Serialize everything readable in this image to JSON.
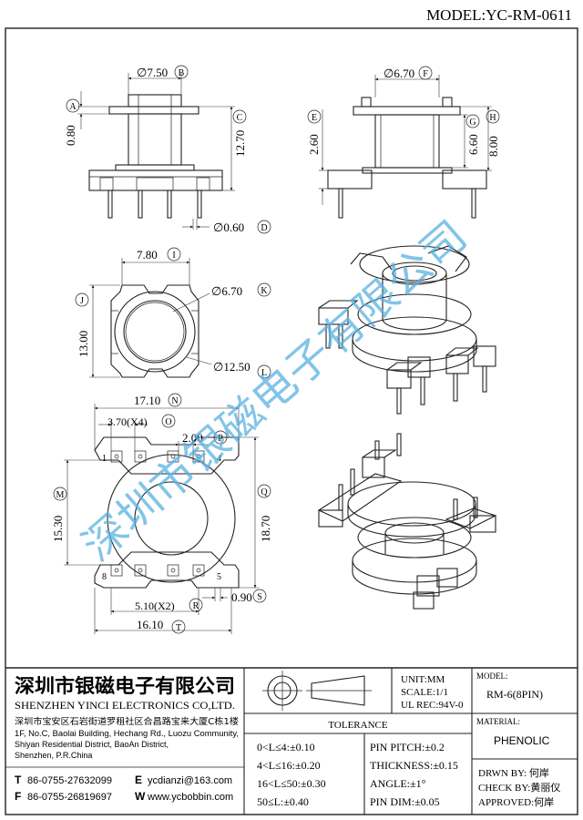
{
  "model_header": "MODEL:YC-RM-0611",
  "dims": {
    "B": {
      "value": "∅7.50",
      "letter": "B"
    },
    "A": {
      "value": "0.80",
      "letter": "A"
    },
    "C": {
      "value": "12.70",
      "letter": "C"
    },
    "D": {
      "value": "∅0.60",
      "letter": "D"
    },
    "F": {
      "value": "∅6.70",
      "letter": "F"
    },
    "E": {
      "value": "2.60",
      "letter": "E"
    },
    "G": {
      "value": "6.60",
      "letter": "G"
    },
    "H": {
      "value": "8.00",
      "letter": "H"
    },
    "I": {
      "value": "7.80",
      "letter": "I"
    },
    "J": {
      "value": "13.00",
      "letter": "J"
    },
    "K": {
      "value": "∅6.70",
      "letter": "K"
    },
    "L": {
      "value": "∅12.50",
      "letter": "L"
    },
    "N": {
      "value": "17.10",
      "letter": "N"
    },
    "O": {
      "value": "3.70(X4)",
      "letter": "O"
    },
    "P": {
      "value": "2.00",
      "letter": "P"
    },
    "M": {
      "value": "15.30",
      "letter": "M"
    },
    "Q": {
      "value": "18.70",
      "letter": "Q"
    },
    "R": {
      "value": "5.10(X2)",
      "letter": "R"
    },
    "S": {
      "value": "0.90",
      "letter": "S"
    },
    "T": {
      "value": "16.10",
      "letter": "T"
    }
  },
  "pin_labels": {
    "p1": "1",
    "p4": "4",
    "p5": "5",
    "p8": "8"
  },
  "watermark": "深圳市银磁电子有限公司",
  "company": {
    "name_cn": "深圳市银磁电子有限公司",
    "name_en": "SHENZHEN YINCI ELECTRONICS CO,LTD.",
    "address_cn": "深圳市宝安区石岩街道罗租社区合昌路宝来大厦C栋1楼",
    "address_en_1": "1F, No.C, Baolai Building, Hechang Rd., Luozu Community,",
    "address_en_2": "Shiyan Residential District, BaoAn District,",
    "address_en_3": "Shenzhen, P.R.China",
    "tel_label": "T",
    "tel": "86-0755-27632099",
    "fax_label": "F",
    "fax": "86-0755-26819697",
    "email_label": "E",
    "email": "ycdianzi@163.com",
    "web_label": "W",
    "web": "www.ycbobbin.com"
  },
  "specs": {
    "unit": "UNIT:MM",
    "scale": "SCALE:1/1",
    "ul": "UL REC:94V-0",
    "model_label": "MODEL:",
    "model_value": "RM-6(8PIN)",
    "material_label": "MATERIAL:",
    "material_value": "PHENOLIC"
  },
  "tolerance": {
    "title": "TOLERANCE",
    "rows": [
      {
        "left": "0<L≤4:±0.10",
        "right": "PIN PITCH:±0.2"
      },
      {
        "left": "4<L≤16:±0.20",
        "right": "THICKNESS:±0.15"
      },
      {
        "left": "16<L≤50:±0.30",
        "right": "ANGLE:±1°"
      },
      {
        "left": "50≤L:±0.40",
        "right": "PIN DIM:±0.05"
      }
    ]
  },
  "approval": {
    "drawn": "DRWN BY: 何岸",
    "check": "CHECK BY:黄丽仪",
    "approved": "APPROVED:何岸"
  }
}
